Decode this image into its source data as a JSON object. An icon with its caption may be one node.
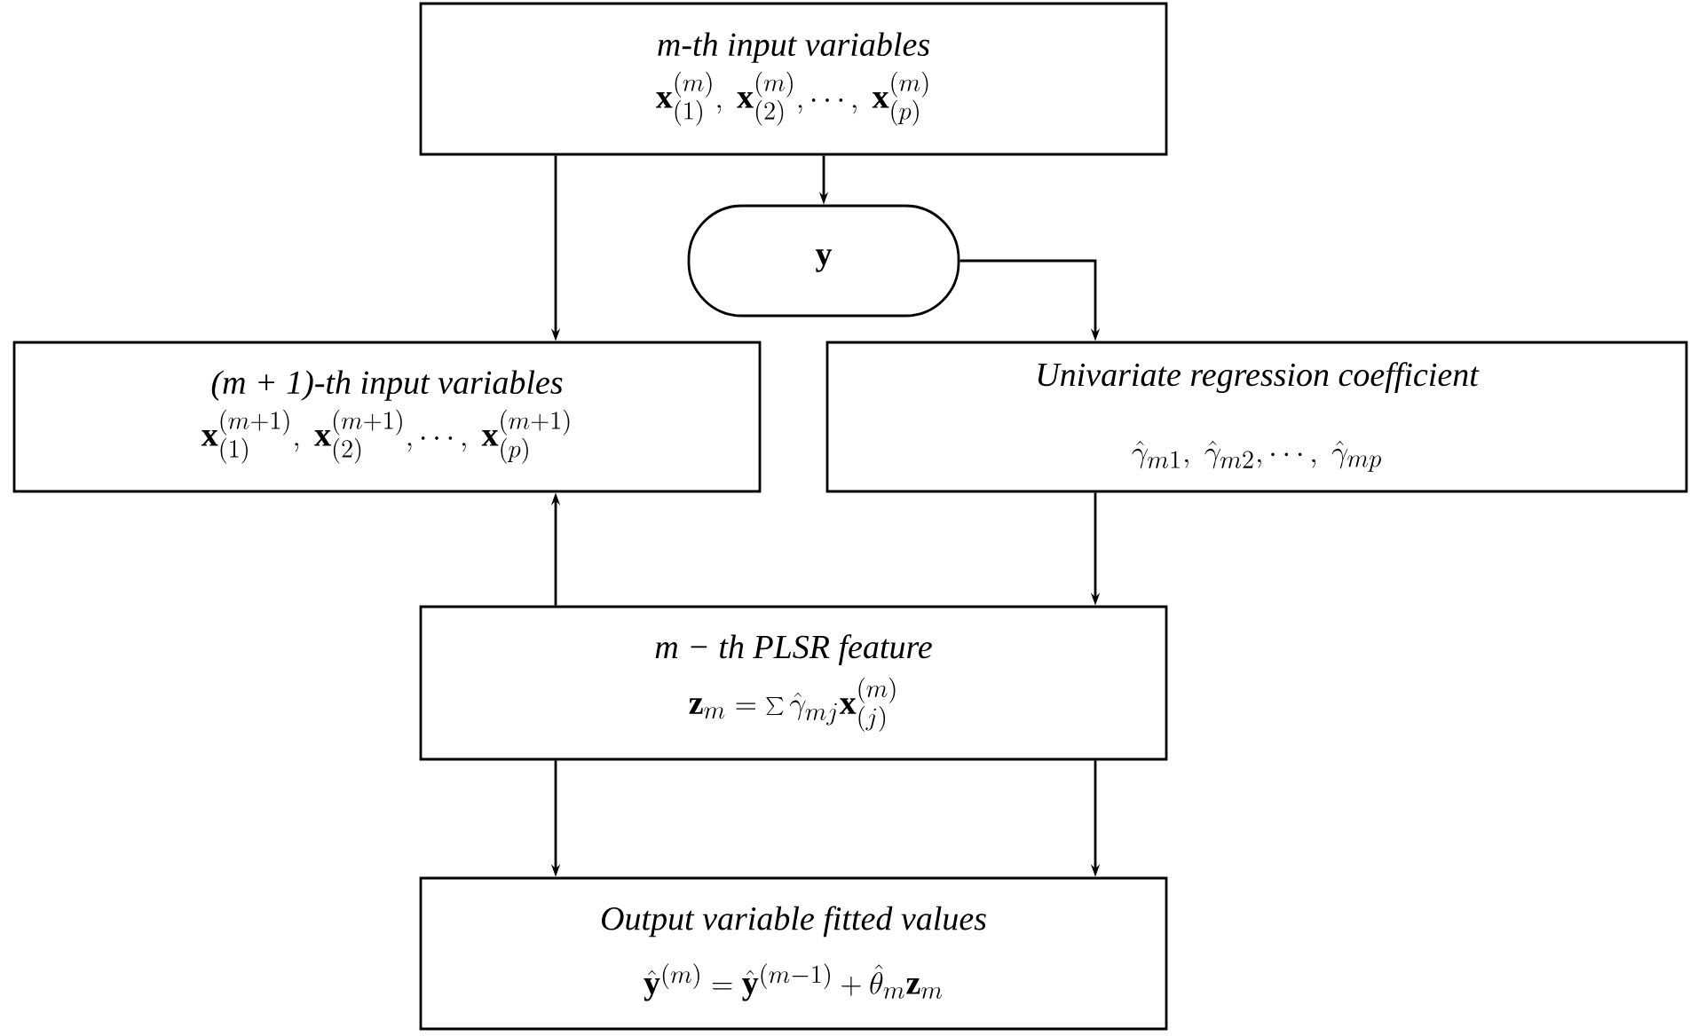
{
  "diagram": {
    "nodes": [
      {
        "text": [
          "m-th input variables",
          "\\mathbf{x}_{(1)}^{(m)},\\ \\mathbf{x}_{(2)}^{(m)},\\cdots,\\ \\mathbf{x}_{(p)}^{(m)}"
        ]
      },
      {
        "text": [
          "\\mathbf{y}"
        ]
      },
      {
        "text": [
          "(m + 1)-th input variables",
          "\\mathbf{x}_{(1)}^{(m+1)},\\ \\mathbf{x}_{(2)}^{(m+1)},\\cdots,\\ \\mathbf{x}_{(p)}^{(m+1)}"
        ]
      },
      {
        "text": [
          "Univariate regression coefficient",
          "\\hat{\\gamma}_{m1},\\ \\hat{\\gamma}_{m2},\\cdots,\\ \\hat{\\gamma}_{mp}"
        ]
      },
      {
        "text": [
          "m − th PLSR feature",
          "\\mathbf{z}_m=\\sum\\hat{\\gamma}_{mj}\\mathbf{x}_{(j)}^{(m)}"
        ]
      },
      {
        "text": [
          "Output variable fitted values",
          "\\hat{\\mathbf{y}}^{(m)}=\\hat{\\mathbf{y}}^{(m-1)}+\\hat{\\theta}_m\\mathbf{z}_m"
        ]
      }
    ],
    "edges": [
      {
        "from": 0,
        "to": 1,
        "arrow": "to"
      },
      {
        "from": 0,
        "to": 2,
        "arrow": "to"
      },
      {
        "from": 1,
        "to": 3,
        "arrow": "to"
      },
      {
        "from": 3,
        "to": 4,
        "arrow": "to"
      },
      {
        "from": 4,
        "to": 2,
        "arrow": "to"
      },
      {
        "from": 4,
        "to": 5,
        "arrow": "to"
      },
      {
        "from": 4,
        "to": 5,
        "arrow": "to"
      }
    ]
  }
}
